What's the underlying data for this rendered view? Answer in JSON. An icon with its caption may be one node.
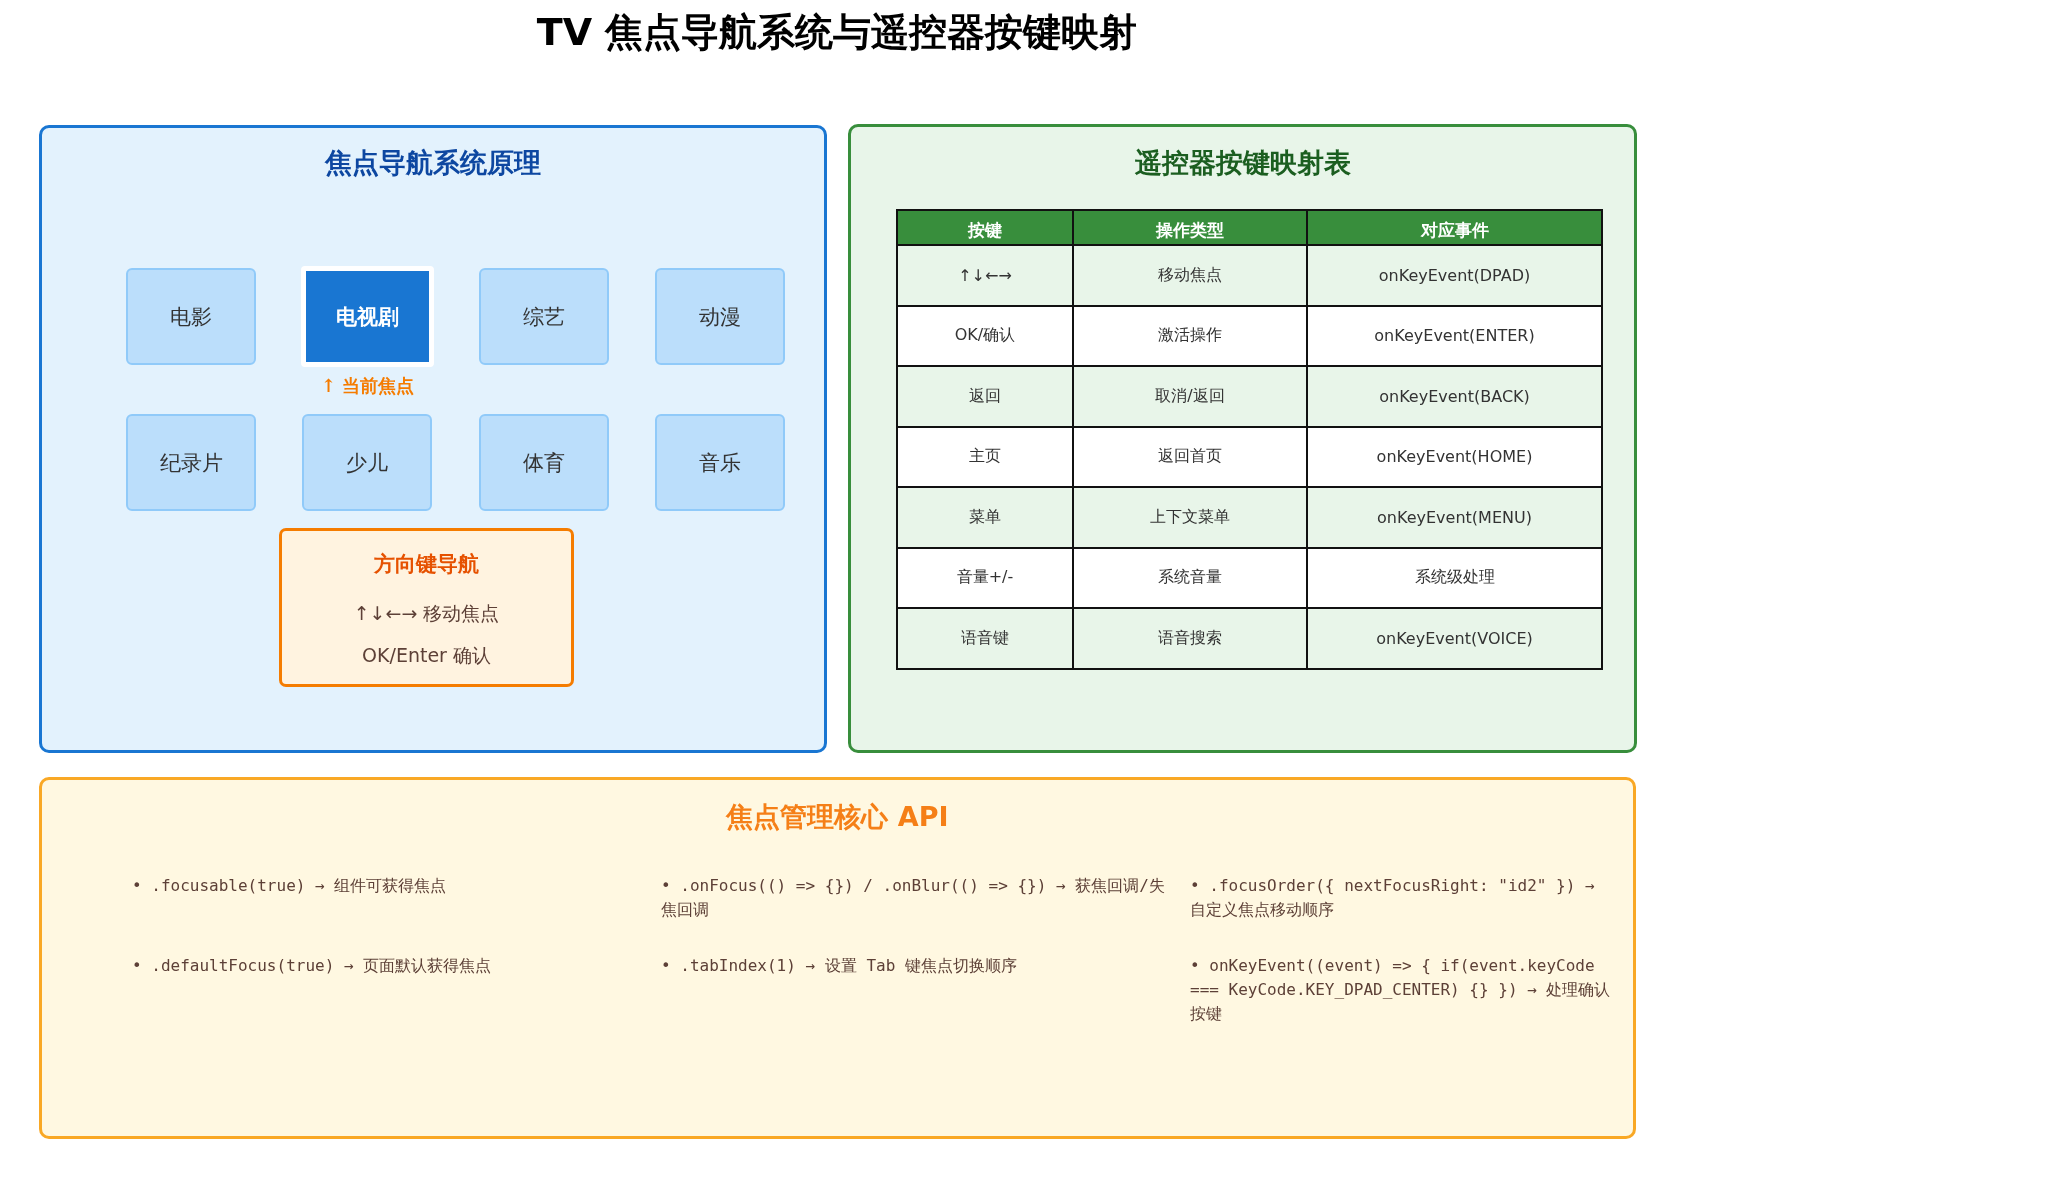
{
  "diagram": {
    "title": "TV 焦点导航系统与遥控器按键映射",
    "nodes": [
      {
        "text": [
          "焦点导航系统原理"
        ]
      },
      {
        "text": [
          "电影"
        ],
        "in": 0
      },
      {
        "text": [
          "电视剧"
        ],
        "in": 0,
        "beside": [
          "↑ 当前焦点"
        ]
      },
      {
        "text": [
          "综艺"
        ],
        "in": 0
      },
      {
        "text": [
          "动漫"
        ],
        "in": 0
      },
      {
        "text": [
          "纪录片"
        ],
        "in": 0
      },
      {
        "text": [
          "少儿"
        ],
        "in": 0
      },
      {
        "text": [
          "体育"
        ],
        "in": 0
      },
      {
        "text": [
          "音乐"
        ],
        "in": 0
      },
      {
        "text": [
          "方向键导航",
          "↑↓←→ 移动焦点",
          "OK/Enter 确认"
        ],
        "in": 0
      },
      {
        "text": [
          "遥控器按键映射表"
        ]
      },
      {
        "text": [
          "焦点管理核心 API",
          "• .focusable(true) → 组件可获得焦点",
          "• .onFocus(() => {}) / .onBlur(() => {}) → 获焦回调/失焦回调",
          "• .focusOrder({ nextFocusRight: \"id2\" }) → 自定义焦点移动顺序",
          "• .defaultFocus(true) → 页面默认获得焦点",
          "• .tabIndex(1) → 设置 Tab 键焦点切换顺序",
          "• onKeyEvent((event) => { if(event.keyCode === KeyCode.KEY_DPAD_CENTER) {} }) → 处理确认按键"
        ]
      }
    ],
    "labels": [
      "按键",
      "操作类型",
      "对应事件",
      "↑↓←→",
      "移动焦点",
      "onKeyEvent(DPAD)",
      "OK/确认",
      "激活操作",
      "onKeyEvent(ENTER)",
      "返回",
      "取消/返回",
      "onKeyEvent(BACK)",
      "主页",
      "返回首页",
      "onKeyEvent(HOME)",
      "菜单",
      "上下文菜单",
      "onKeyEvent(MENU)",
      "音量+/-",
      "系统音量",
      "系统级处理",
      "语音键",
      "语音搜索",
      "onKeyEvent(VOICE)"
    ]
  }
}
